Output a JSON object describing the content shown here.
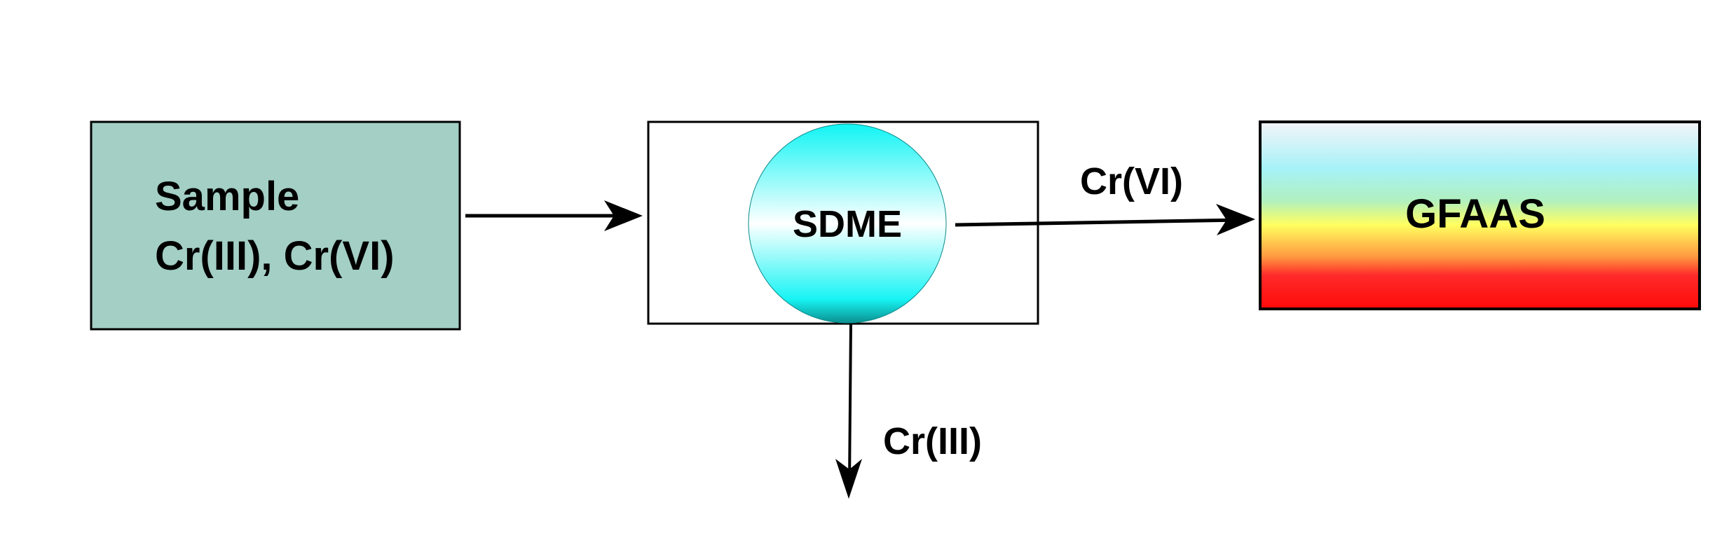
{
  "sample_box": {
    "line1": "Sample",
    "line2": "Cr(III), Cr(VI)",
    "color": "#a3cfc5"
  },
  "sdme": {
    "label": "SDME"
  },
  "gfaas": {
    "label": "GFAAS"
  },
  "arrow_labels": {
    "to_gfaas": "Cr(VI)",
    "down": "Cr(III)"
  }
}
